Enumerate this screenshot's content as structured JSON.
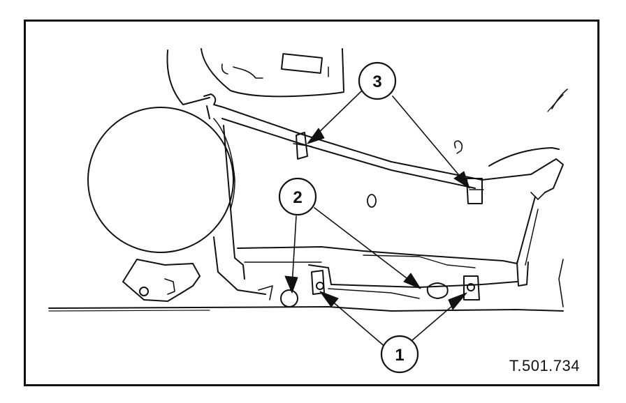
{
  "figure": {
    "reference_code": "T.501.734",
    "callouts": [
      {
        "id": "1",
        "label": "1"
      },
      {
        "id": "2",
        "label": "2"
      },
      {
        "id": "3",
        "label": "3"
      }
    ],
    "stroke_color": "#111111",
    "background_color": "#ffffff"
  }
}
